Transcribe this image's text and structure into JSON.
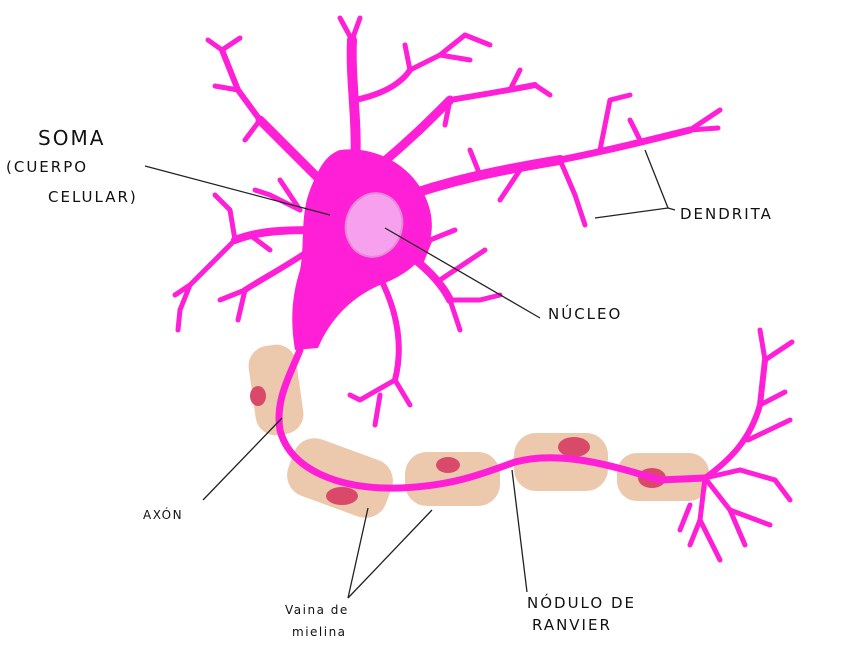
{
  "labels": {
    "soma_line1": "SOMA",
    "soma_line2": "(CUERPO",
    "soma_line3": "CELULAR)",
    "dendrita": "DENDRITA",
    "nucleo": "NÚCLEO",
    "axon": "AXÓN",
    "vaina_line1": "Vaina de",
    "vaina_line2": "mielina",
    "nodulo_line1": "NÓDULO DE",
    "nodulo_line2": "RANVIER"
  },
  "colors": {
    "neuron": "#ff1fd6",
    "nucleus": "#f7a1ee",
    "myelin": "#ecc8ad",
    "schwann_nucleus": "#d94a6a",
    "leader_line": "#222222",
    "background": "#ffffff"
  }
}
